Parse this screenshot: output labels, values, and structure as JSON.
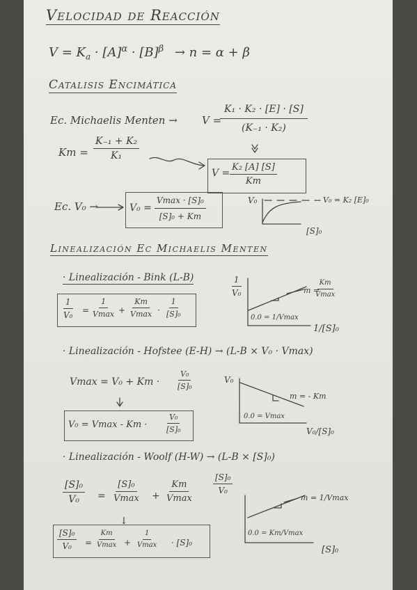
{
  "title": "Velocidad de Reacción",
  "rate_law": {
    "lhs": "V = K",
    "k_sub": "a",
    "conc_a": "· [A]",
    "alpha": "α",
    "conc_b": "· [B]",
    "beta": "β",
    "order": "→ n = α + β"
  },
  "section_catalysis": "Catalisis Encimática",
  "mm": {
    "label": "Ec. Michaelis Menten →",
    "v_eq": "V =",
    "v_num": "K₁ · K₂ · [E] · [S]",
    "v_den": "(K₋₁ · K₂)",
    "km_lhs": "Km =",
    "km_num": "K₋₁ + K₂",
    "km_den": "K₁",
    "boxed_eq": "V =",
    "boxed_num": "K₂ [A] [S]",
    "boxed_den": "Km"
  },
  "v0": {
    "label": "Ec. V₀ →",
    "lhs": "V₀ =",
    "num": "Vmax · [S]₀",
    "den": "[S]₀ + Km",
    "graph_y": "V₀",
    "graph_x": "[S]₀",
    "asymptote": "V₀ = K₂ [E]₀"
  },
  "section_linear": "Linealización Ec Michaelis Menten",
  "lb": {
    "label": "· Linealización - Bink (L-B)",
    "lhs_num": "1",
    "lhs_den": "V₀",
    "eq": "=",
    "t1_num": "1",
    "t1_den": "Vmax",
    "plus": "+",
    "t2_num": "Km",
    "t2_den": "Vmax",
    "dot": "·",
    "t3_num": "1",
    "t3_den": "[S]₀",
    "graph_y_num": "1",
    "graph_y_den": "V₀",
    "slope_lhs": "m =",
    "slope_num": "Km",
    "slope_den": "Vmax",
    "intercept": "0.0 = 1/Vmax",
    "graph_x": "1/[S]₀"
  },
  "eh": {
    "label": "· Linealización - Hofstee (E-H) → (L-B × V₀ · Vmax)",
    "line1_lhs": "Vmax = V₀ + Km ·",
    "line1_num": "V₀",
    "line1_den": "[S]₀",
    "arrow": "↓",
    "boxed_lhs": "V₀ = Vmax - Km ·",
    "boxed_num": "V₀",
    "boxed_den": "[S]₀",
    "graph_y": "V₀",
    "slope": "m = - Km",
    "intercept": "0.0 = Vmax",
    "graph_x": "V₀/[S]₀"
  },
  "hw": {
    "label": "· Linealización - Woolf (H-W) → (L-B × [S]₀)",
    "l_num": "[S]₀",
    "l_den": "V₀",
    "eq": "=",
    "a_num": "[S]₀",
    "a_den": "Vmax",
    "plus": "+",
    "b_num": "Km",
    "b_den": "Vmax",
    "arrow": "↓",
    "boxed_lnum": "[S]₀",
    "boxed_lden": "V₀",
    "boxed_anum": "Km",
    "boxed_aden": "Vmax",
    "boxed_bnum": "1",
    "boxed_bden": "Vmax",
    "boxed_tail": "· [S]₀",
    "graph_y_num": "[S]₀",
    "graph_y_den": "V₀",
    "slope": "m = 1/Vmax",
    "intercept": "0.0 = Km/Vmax",
    "graph_x": "[S]₀"
  }
}
